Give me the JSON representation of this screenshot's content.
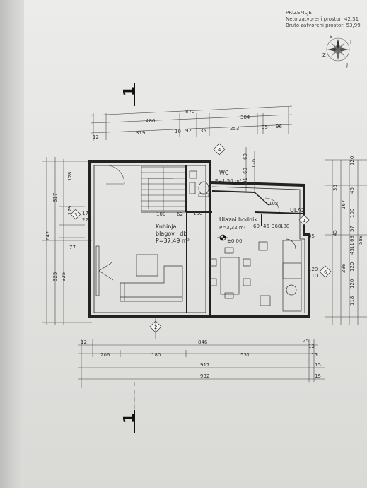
{
  "header": {
    "title": "PRIZEMLJE",
    "neto": "Neto zatvoreni prostor: 42,31",
    "bruto": "Bruto zatvoreni prostor: 53,99"
  },
  "compass": {
    "letters": [
      "S",
      "J",
      "Z",
      "I"
    ],
    "icon": "compass-rose-icon"
  },
  "section_marks": {
    "top": "1",
    "bottom": "1"
  },
  "rooms": {
    "kitchen": {
      "name": "Kuhinja",
      "use": "blagov i db",
      "area": "P=37,49 m²"
    },
    "wc": {
      "name": "WC",
      "area": "P=1,50 m²"
    },
    "hall": {
      "name": "Ulazni hodnik",
      "area": "P=3,32 m²"
    },
    "entry": {
      "name": "ULAZ"
    },
    "level": "±0,00"
  },
  "window_tags": {
    "w1": "3",
    "w2": "4",
    "w3": "6",
    "w4": "1",
    "w5": "2"
  },
  "dimensions": {
    "top_total": "870",
    "top_left": "486",
    "top_right": "384",
    "top_chain": [
      "12",
      "319",
      "10",
      "92",
      "35",
      "253",
      "35",
      "96"
    ],
    "bottom_chain1": [
      "12",
      "846",
      "25",
      "12"
    ],
    "bottom_chain2": [
      "206",
      "180",
      "531",
      "15"
    ],
    "bottom_total1": "917",
    "bottom_total2": "932",
    "left_outer": "642",
    "left_a": "317",
    "left_b": "325",
    "left_c": "325",
    "left_small": [
      "128",
      "179",
      "77"
    ],
    "door_w": "179",
    "door_h": "220",
    "inner_100a": "100",
    "inner_62": "62",
    "inner_100b": "100",
    "inner_102": "102",
    "inner_60": "60",
    "inner_15": "15",
    "inner_120": "120",
    "inner_110": "110",
    "wc_dims": [
      "176",
      "60",
      "60",
      "81"
    ],
    "right_chain": [
      "120",
      "35",
      "45",
      "167",
      "100",
      "57",
      "11",
      "45",
      "46",
      "69",
      "120",
      "120",
      "118"
    ],
    "right_totals": [
      "286",
      "588"
    ],
    "small_labels": [
      "35",
      "45",
      "368",
      "188"
    ]
  }
}
